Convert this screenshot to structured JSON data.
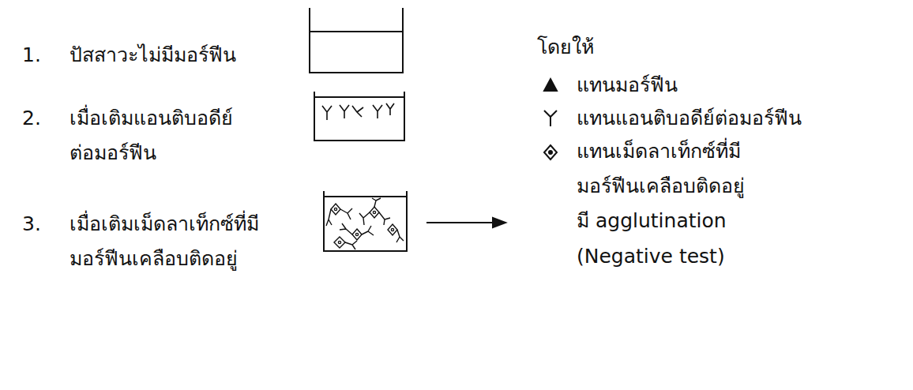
{
  "diagram": {
    "labels": [
      "1.",
      "ปัสสาวะไม่มีมอร์ฟีน",
      "2.",
      "เมื่อเติมแอนติบอดีย์ ต่อมอร์ฟีน",
      "3.",
      "เมื่อเติมเม็ดลาเท็กซ์ที่มี มอร์ฟีนเคลือบติดอยู่",
      "โดยให้",
      "มี agglutination",
      "(Negative test)"
    ],
    "legend": [
      {
        "text": "แทนมอร์ฟีน"
      },
      {
        "text": "แทนแอนติบอดีย์ต่อมอร์ฟีน"
      },
      {
        "text": "แทนเม็ดลาเท็กซ์ที่มี มอร์ฟีนเคลือบติดอยู่"
      }
    ]
  }
}
